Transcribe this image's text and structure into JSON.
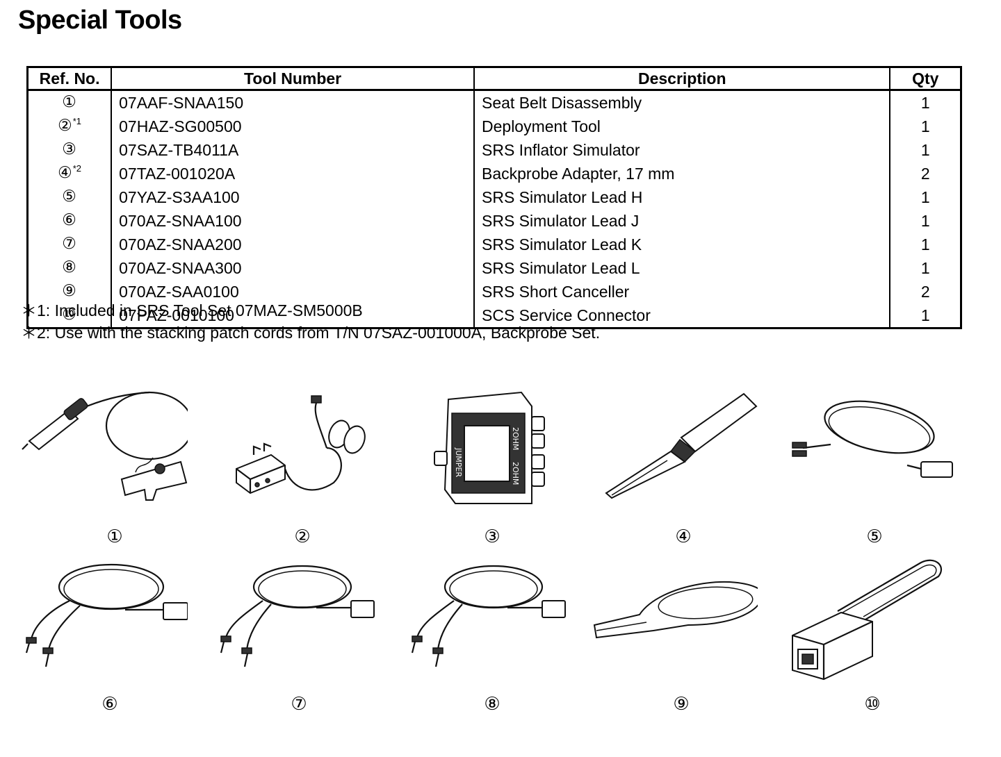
{
  "title": "Special Tools",
  "table": {
    "headers": {
      "ref": "Ref. No.",
      "tool": "Tool Number",
      "desc": "Description",
      "qty": "Qty"
    },
    "rows": [
      {
        "ref": "①",
        "sup": "",
        "tool": "07AAF-SNAA150",
        "desc": "Seat Belt Disassembly",
        "qty": "1"
      },
      {
        "ref": "②",
        "sup": "*1",
        "tool": "07HAZ-SG00500",
        "desc": "Deployment Tool",
        "qty": "1"
      },
      {
        "ref": "③",
        "sup": "",
        "tool": "07SAZ-TB4011A",
        "desc": "SRS Inflator Simulator",
        "qty": "1"
      },
      {
        "ref": "④",
        "sup": "*2",
        "tool": "07TAZ-001020A",
        "desc": "Backprobe Adapter, 17 mm",
        "qty": "2"
      },
      {
        "ref": "⑤",
        "sup": "",
        "tool": "07YAZ-S3AA100",
        "desc": "SRS Simulator Lead H",
        "qty": "1"
      },
      {
        "ref": "⑥",
        "sup": "",
        "tool": "070AZ-SNAA100",
        "desc": "SRS Simulator Lead J",
        "qty": "1"
      },
      {
        "ref": "⑦",
        "sup": "",
        "tool": "070AZ-SNAA200",
        "desc": "SRS Simulator Lead K",
        "qty": "1"
      },
      {
        "ref": "⑧",
        "sup": "",
        "tool": "070AZ-SNAA300",
        "desc": "SRS Simulator Lead L",
        "qty": "1"
      },
      {
        "ref": "⑨",
        "sup": "",
        "tool": "070AZ-SAA0100",
        "desc": "SRS Short Canceller",
        "qty": "2"
      },
      {
        "ref": "⑩",
        "sup": "",
        "tool": "07PAZ-0010100",
        "desc": "SCS Service Connector",
        "qty": "1"
      }
    ]
  },
  "footnotes": [
    "＊1: Included in SRS Tool Set 07MAZ-SM5000B",
    "＊2: Use with the stacking patch cords from T/N 07SAZ-001000A, Backprobe Set."
  ],
  "figures": [
    {
      "label": "①",
      "icon": "seat-belt-disassembly-tool-icon"
    },
    {
      "label": "②",
      "icon": "deployment-tool-icon"
    },
    {
      "label": "③",
      "icon": "srs-inflator-simulator-icon",
      "box_texts": [
        "JUMPER",
        "2OHM",
        "2OHM"
      ]
    },
    {
      "label": "④",
      "icon": "backprobe-adapter-icon"
    },
    {
      "label": "⑤",
      "icon": "simulator-lead-h-icon"
    },
    {
      "label": "⑥",
      "icon": "simulator-lead-j-icon"
    },
    {
      "label": "⑦",
      "icon": "simulator-lead-k-icon"
    },
    {
      "label": "⑧",
      "icon": "simulator-lead-l-icon"
    },
    {
      "label": "⑨",
      "icon": "short-canceller-icon"
    },
    {
      "label": "⑩",
      "icon": "scs-service-connector-icon"
    }
  ]
}
